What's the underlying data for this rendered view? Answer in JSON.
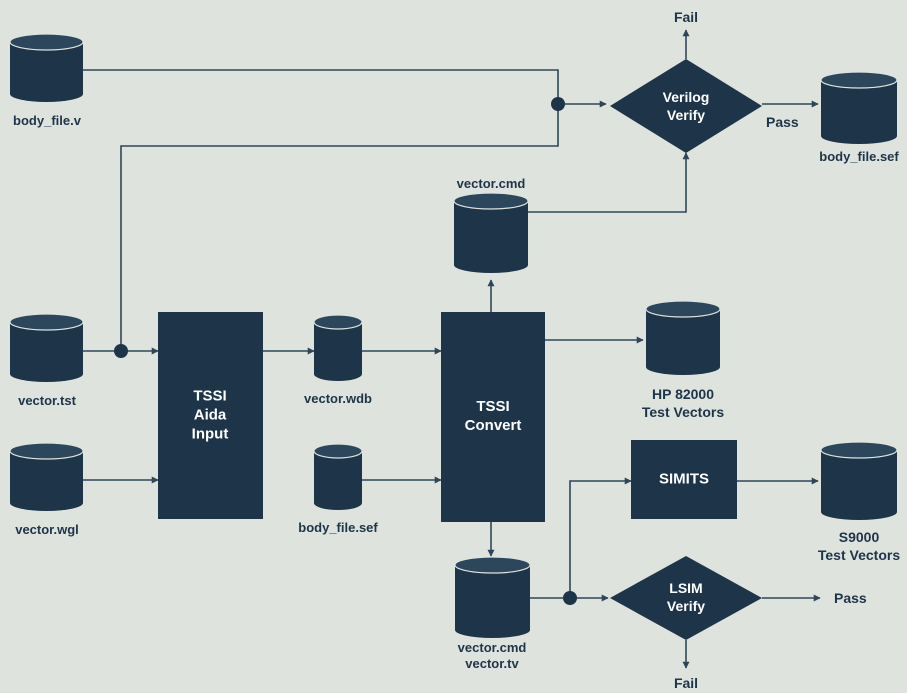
{
  "colors": {
    "shape": "#1e3448",
    "line": "#2f4658",
    "background": "#dfe3de",
    "text_on_shape": "#ffffff"
  },
  "cylinders": {
    "body_file_v": "body_file.v",
    "vector_tst": "vector.tst",
    "vector_wgl": "vector.wgl",
    "vector_wdb": "vector.wdb",
    "body_file_sef_in": "body_file.sef",
    "vector_cmd_top": "vector.cmd",
    "hp_line1": "HP 82000",
    "hp_line2": "Test Vectors",
    "cmd_tv_line1": "vector.cmd",
    "cmd_tv_line2": "vector.tv",
    "body_file_sef_out": "body_file.sef",
    "s9000_line1": "S9000",
    "s9000_line2": "Test Vectors"
  },
  "boxes": {
    "aida": [
      "TSSI",
      "Aida",
      "Input"
    ],
    "convert": [
      "TSSI",
      "Convert"
    ],
    "simits": "SIMITS"
  },
  "diamonds": {
    "verilog": [
      "Verilog",
      "Verify"
    ],
    "lsim": [
      "LSIM",
      "Verify"
    ]
  },
  "outcomes": {
    "verilog_fail": "Fail",
    "verilog_pass": "Pass",
    "lsim_pass": "Pass",
    "lsim_fail": "Fail"
  },
  "icons": {
    "storage": "database-cylinder-icon",
    "junction": "junction-dot-icon",
    "arrow": "arrowhead-icon"
  }
}
